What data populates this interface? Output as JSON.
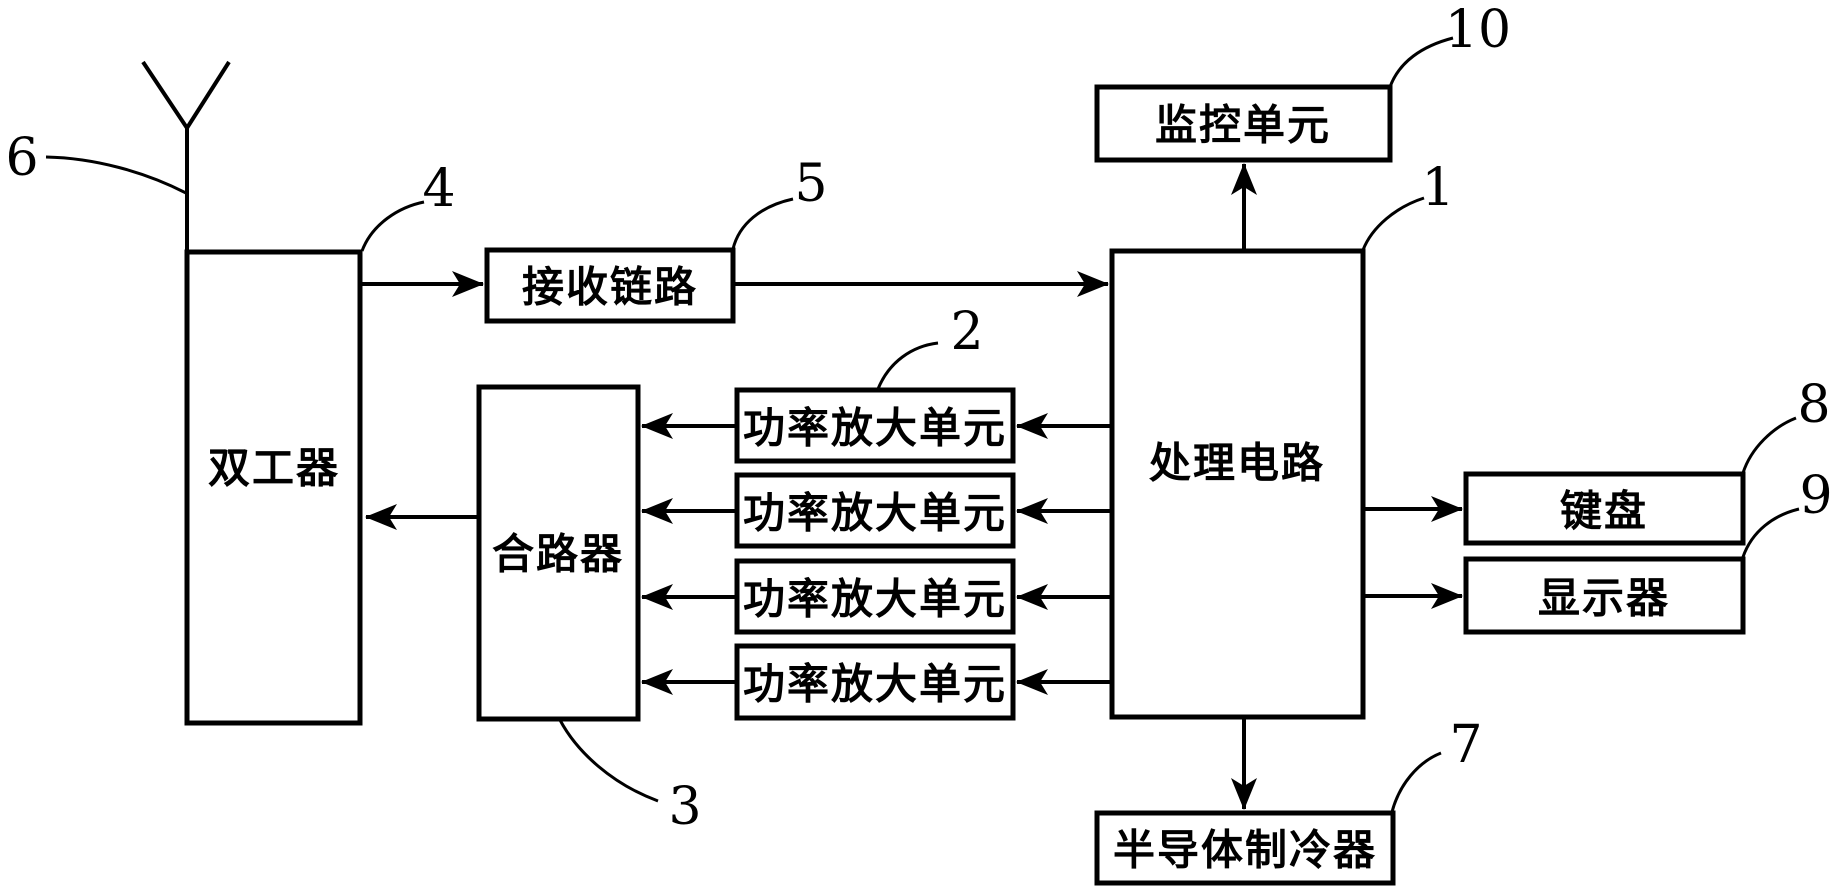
{
  "figure": {
    "kind": "block-diagram",
    "background_color": "#ffffff",
    "ink_color": "#000000"
  },
  "labels": {
    "monitor": "监控单元",
    "receive": "接收链路",
    "duplexer": "双工器",
    "combiner": "合路器",
    "pa": "功率放大单元",
    "processor": "处理电路",
    "keyboard": "键盘",
    "display": "显示器",
    "cooler": "半导体制冷器"
  },
  "refs": {
    "processor": "1",
    "pa": "2",
    "combiner": "3",
    "duplexer": "4",
    "receive": "5",
    "antenna": "6",
    "cooler": "7",
    "keyboard": "8",
    "display": "9",
    "monitor": "10"
  },
  "edges": [
    {
      "from": "antenna",
      "to": "duplexer",
      "arrow": "none"
    },
    {
      "from": "duplexer",
      "to": "receive",
      "arrow": "end"
    },
    {
      "from": "receive",
      "to": "processor",
      "arrow": "end"
    },
    {
      "from": "processor",
      "to": "monitor",
      "arrow": "end"
    },
    {
      "from": "processor",
      "to": "pa-1",
      "arrow": "end"
    },
    {
      "from": "processor",
      "to": "pa-2",
      "arrow": "end"
    },
    {
      "from": "processor",
      "to": "pa-3",
      "arrow": "end"
    },
    {
      "from": "processor",
      "to": "pa-4",
      "arrow": "end"
    },
    {
      "from": "pa-1",
      "to": "combiner",
      "arrow": "end"
    },
    {
      "from": "pa-2",
      "to": "combiner",
      "arrow": "end"
    },
    {
      "from": "pa-3",
      "to": "combiner",
      "arrow": "end"
    },
    {
      "from": "pa-4",
      "to": "combiner",
      "arrow": "end"
    },
    {
      "from": "combiner",
      "to": "duplexer",
      "arrow": "end"
    },
    {
      "from": "processor",
      "to": "keyboard",
      "arrow": "end"
    },
    {
      "from": "processor",
      "to": "display",
      "arrow": "end"
    },
    {
      "from": "processor",
      "to": "cooler",
      "arrow": "end"
    }
  ]
}
